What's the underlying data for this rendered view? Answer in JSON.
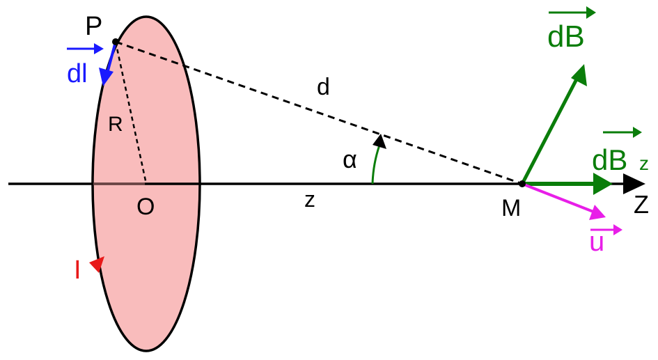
{
  "labels": {
    "point_p": "P",
    "point_o": "O",
    "point_m": "M",
    "radius": "R",
    "distance": "d",
    "angle": "α",
    "axis_coord": "z",
    "axis_name": "Z",
    "current": "I",
    "dl": "dl",
    "dB": "dB",
    "dBz_main": "dB",
    "dBz_sub": "z",
    "u": "u"
  },
  "colors": {
    "loop_fill": "#f9bcbc",
    "line": "#000000",
    "dl": "#1a1aff",
    "field": "#0a7d0a",
    "unit": "#e81ee8",
    "current": "#e81a1a"
  }
}
